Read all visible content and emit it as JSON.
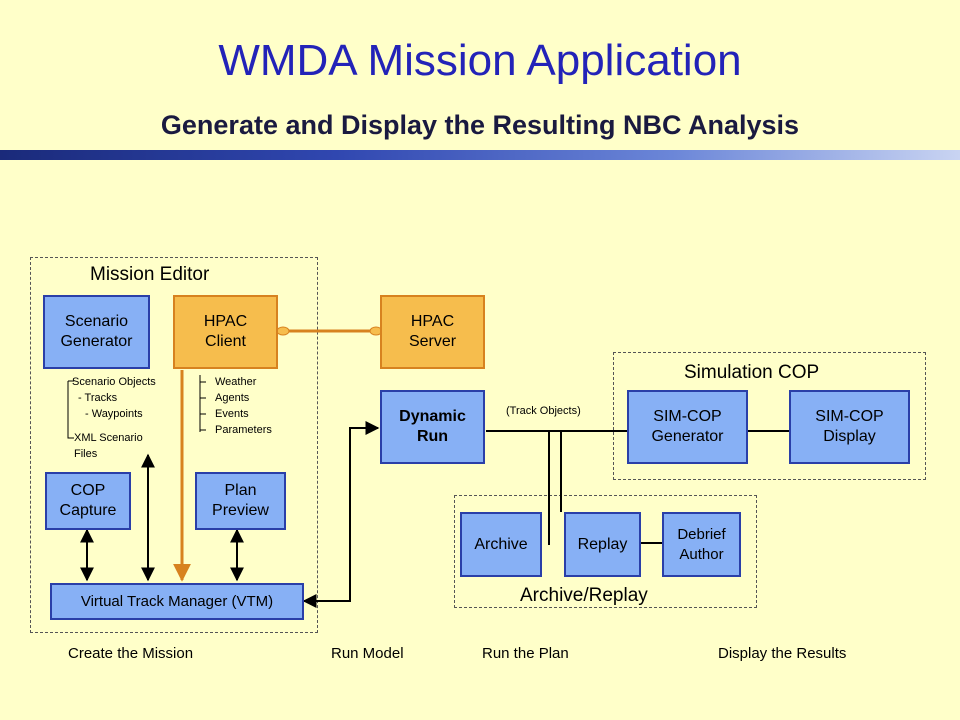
{
  "title": "WMDA Mission Application",
  "subtitle": "Generate and Display the Resulting NBC Analysis",
  "regions": {
    "mission_editor": "Mission Editor",
    "simulation_cop": "Simulation COP",
    "archive_replay": "Archive/Replay"
  },
  "boxes": {
    "scenario_generator": "Scenario\nGenerator",
    "hpac_client": "HPAC\nClient",
    "hpac_server": "HPAC\nServer",
    "cop_capture": "COP\nCapture",
    "plan_preview": "Plan\nPreview",
    "vtm": "Virtual Track Manager (VTM)",
    "dynamic_run": "Dynamic\nRun",
    "simcop_generator": "SIM-COP\nGenerator",
    "simcop_display": "SIM-COP\nDisplay",
    "archive": "Archive",
    "replay": "Replay",
    "debrief_author": "Debrief\nAuthor"
  },
  "notes": {
    "scenario_objects": "Scenario Objects",
    "tracks": "- Tracks",
    "waypoints": "- Waypoints",
    "xml_scenario": "XML Scenario",
    "files": "Files",
    "weather": "Weather",
    "agents": "Agents",
    "events": "Events",
    "parameters": "Parameters",
    "track_objects": "(Track Objects)"
  },
  "footer": {
    "create": "Create the Mission",
    "run_model": "Run Model",
    "run_plan": "Run the Plan",
    "display": "Display the Results"
  },
  "colors": {
    "title": "#2323b8",
    "background": "#ffffc9",
    "blue_box": "#87b0f5",
    "orange_box": "#f6bd4d",
    "orange_link": "#d7821f"
  }
}
